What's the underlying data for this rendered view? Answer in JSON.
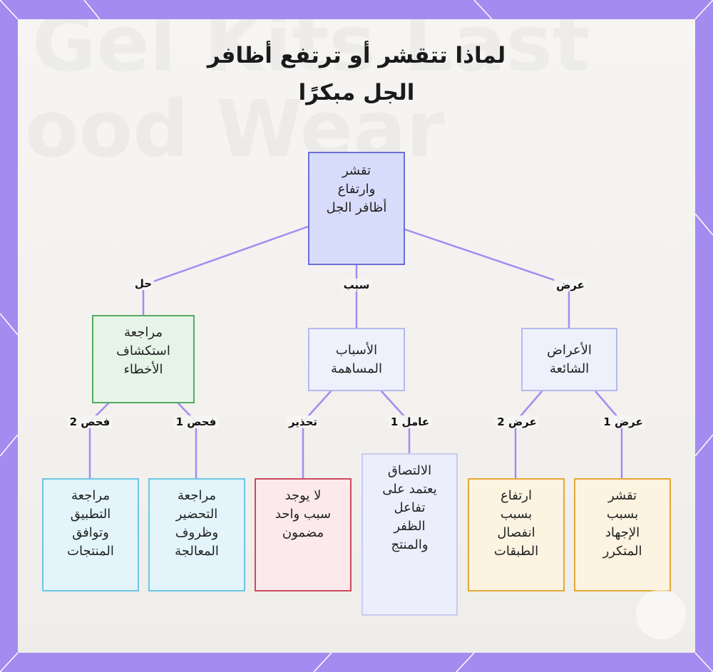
{
  "title": {
    "line1": "لماذا تتقشر أو ترتفع أظافر",
    "line2": "الجل مبكرًا"
  },
  "watermark": {
    "line1": "Gel Kits Last",
    "line2": "ood Wear"
  },
  "nodes": {
    "root": "تقشر\nوارتفاع\nأظافر الجل",
    "symptoms": "الأعراض\nالشائعة",
    "causes": "الأسباب\nالمساهمة",
    "troubleshoot": "مراجعة\nاستكشاف\nالأخطاء",
    "peel_stress": "تقشر\nبسبب\nالإجهاد\nالمتكرر",
    "lift_layers": "ارتفاع\nبسبب\nانفصال\nالطبقات",
    "adhesion": "الالتصاق\nيعتمد على\nتفاعل\nالظفر\nوالمنتج",
    "no_single": "لا يوجد\nسبب واحد\nمضمون",
    "prep_review": "مراجعة\nالتحضير\nوظروف\nالمعالجة",
    "application_review": "مراجعة\nالتطبيق\nوتوافق\nالمنتجات"
  },
  "edge_labels": {
    "symptom": "عرض",
    "cause": "سبب",
    "solution": "حل",
    "symptom1": "عرض 1",
    "symptom2": "عرض 2",
    "factor1": "عامل 1",
    "caution": "تحذير",
    "check1": "فحص 1",
    "check2": "فحص 2"
  },
  "colors": {
    "background": "#a48bf0",
    "edge": "#a48bf0",
    "root": "#6a6fd6",
    "solution": "#55aa62",
    "check": "#6cc6e3",
    "caution": "#cc4a5c",
    "symptom": "#e2a936"
  }
}
